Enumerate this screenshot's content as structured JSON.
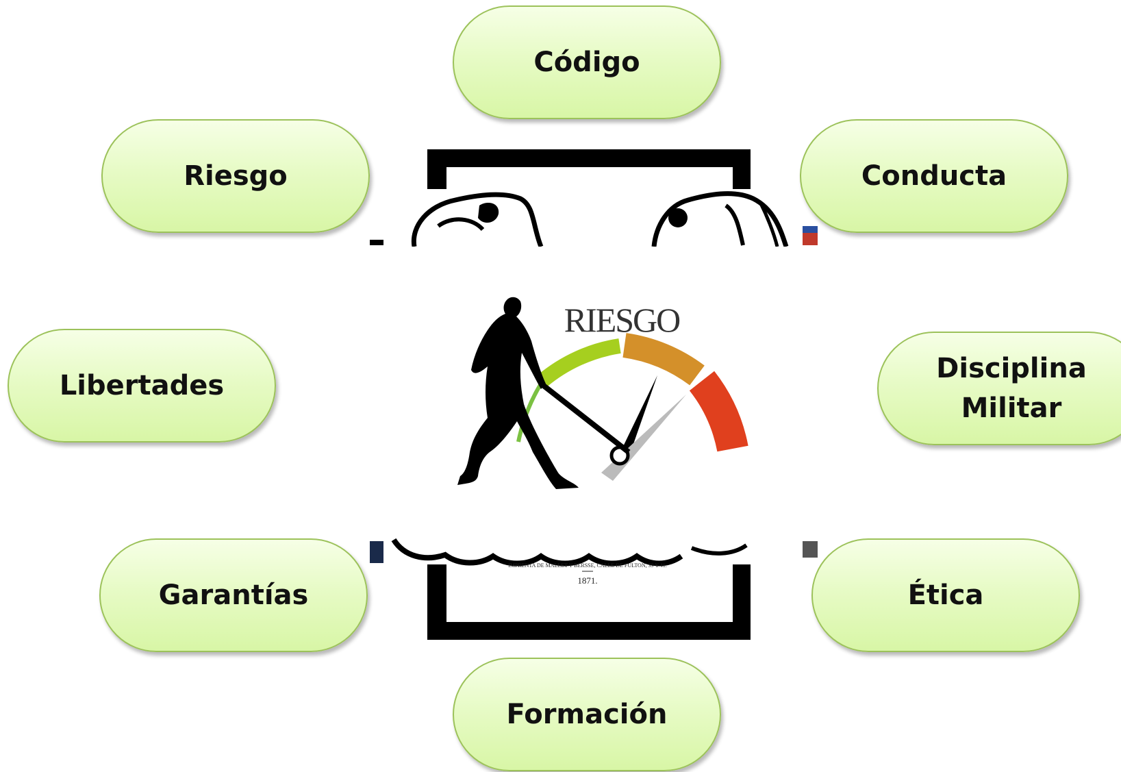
{
  "nodes": {
    "codigo": "Código",
    "riesgo": "Riesgo",
    "conducta": "Conducta",
    "libertades": "Libertades",
    "disciplina": "Disciplina\nMilitar",
    "garantias": "Garantías",
    "etica": "Ética",
    "formacion": "Formación"
  },
  "center_image": {
    "logo_word": "RIESGO",
    "document_footer": "IMPRENTA DE MALLET Y BERSSE, CALLE DE FULTON, 39 Y 41.",
    "document_year": "1871."
  },
  "colors": {
    "pill_border": "#9cc25a",
    "pill_fill_top": "#f6ffe6",
    "pill_fill_bottom": "#d8f6a6",
    "frame": "#000000"
  }
}
